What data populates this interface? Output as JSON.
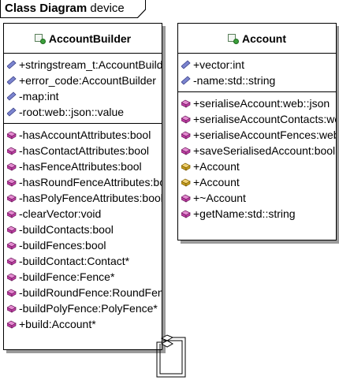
{
  "frame": {
    "kind": "Class Diagram",
    "name": "device"
  },
  "colors": {
    "attribute_icon": "#7b84cf",
    "operation_icon": "#c43fa8",
    "constructor_icon": "#c8a020",
    "class_icon": "#3ca03c",
    "shadow": "#9a9a9a"
  },
  "classes": [
    {
      "name": "AccountBuilder",
      "attributes": [
        {
          "text": "+stringstream_t:AccountBuilder",
          "icon": "attribute-icon"
        },
        {
          "text": "+error_code:AccountBuilder",
          "icon": "attribute-icon"
        },
        {
          "text": "-map:int",
          "icon": "attribute-icon"
        },
        {
          "text": "-root:web::json::value",
          "icon": "attribute-icon"
        }
      ],
      "operations": [
        {
          "text": "-hasAccountAttributes:bool",
          "icon": "operation-icon"
        },
        {
          "text": "-hasContactAttributes:bool",
          "icon": "operation-icon"
        },
        {
          "text": "-hasFenceAttributes:bool",
          "icon": "operation-icon"
        },
        {
          "text": "-hasRoundFenceAttributes:bool",
          "icon": "operation-icon"
        },
        {
          "text": "-hasPolyFenceAttributes:bool",
          "icon": "operation-icon"
        },
        {
          "text": "-clearVector:void",
          "icon": "operation-icon"
        },
        {
          "text": "-buildContacts:bool",
          "icon": "operation-icon"
        },
        {
          "text": "-buildFences:bool",
          "icon": "operation-icon"
        },
        {
          "text": "-buildContact:Contact*",
          "icon": "operation-icon"
        },
        {
          "text": "-buildFence:Fence*",
          "icon": "operation-icon"
        },
        {
          "text": "-buildRoundFence:RoundFence*",
          "icon": "operation-icon"
        },
        {
          "text": "-buildPolyFence:PolyFence*",
          "icon": "operation-icon"
        },
        {
          "text": "+build:Account*",
          "icon": "operation-icon"
        }
      ]
    },
    {
      "name": "Account",
      "attributes": [
        {
          "text": "+vector:int",
          "icon": "attribute-icon"
        },
        {
          "text": "-name:std::string",
          "icon": "attribute-icon"
        }
      ],
      "operations": [
        {
          "text": "+serialiseAccount:web::json",
          "icon": "operation-icon"
        },
        {
          "text": "+serialiseAccountContacts:web",
          "icon": "operation-icon"
        },
        {
          "text": "+serialiseAccountFences:web",
          "icon": "operation-icon"
        },
        {
          "text": "+saveSerialisedAccount:bool",
          "icon": "operation-icon"
        },
        {
          "text": "+Account",
          "icon": "constructor-icon"
        },
        {
          "text": "+Account",
          "icon": "constructor-icon"
        },
        {
          "text": "+~Account",
          "icon": "operation-icon"
        },
        {
          "text": "+getName:std::string",
          "icon": "operation-icon"
        }
      ]
    }
  ]
}
